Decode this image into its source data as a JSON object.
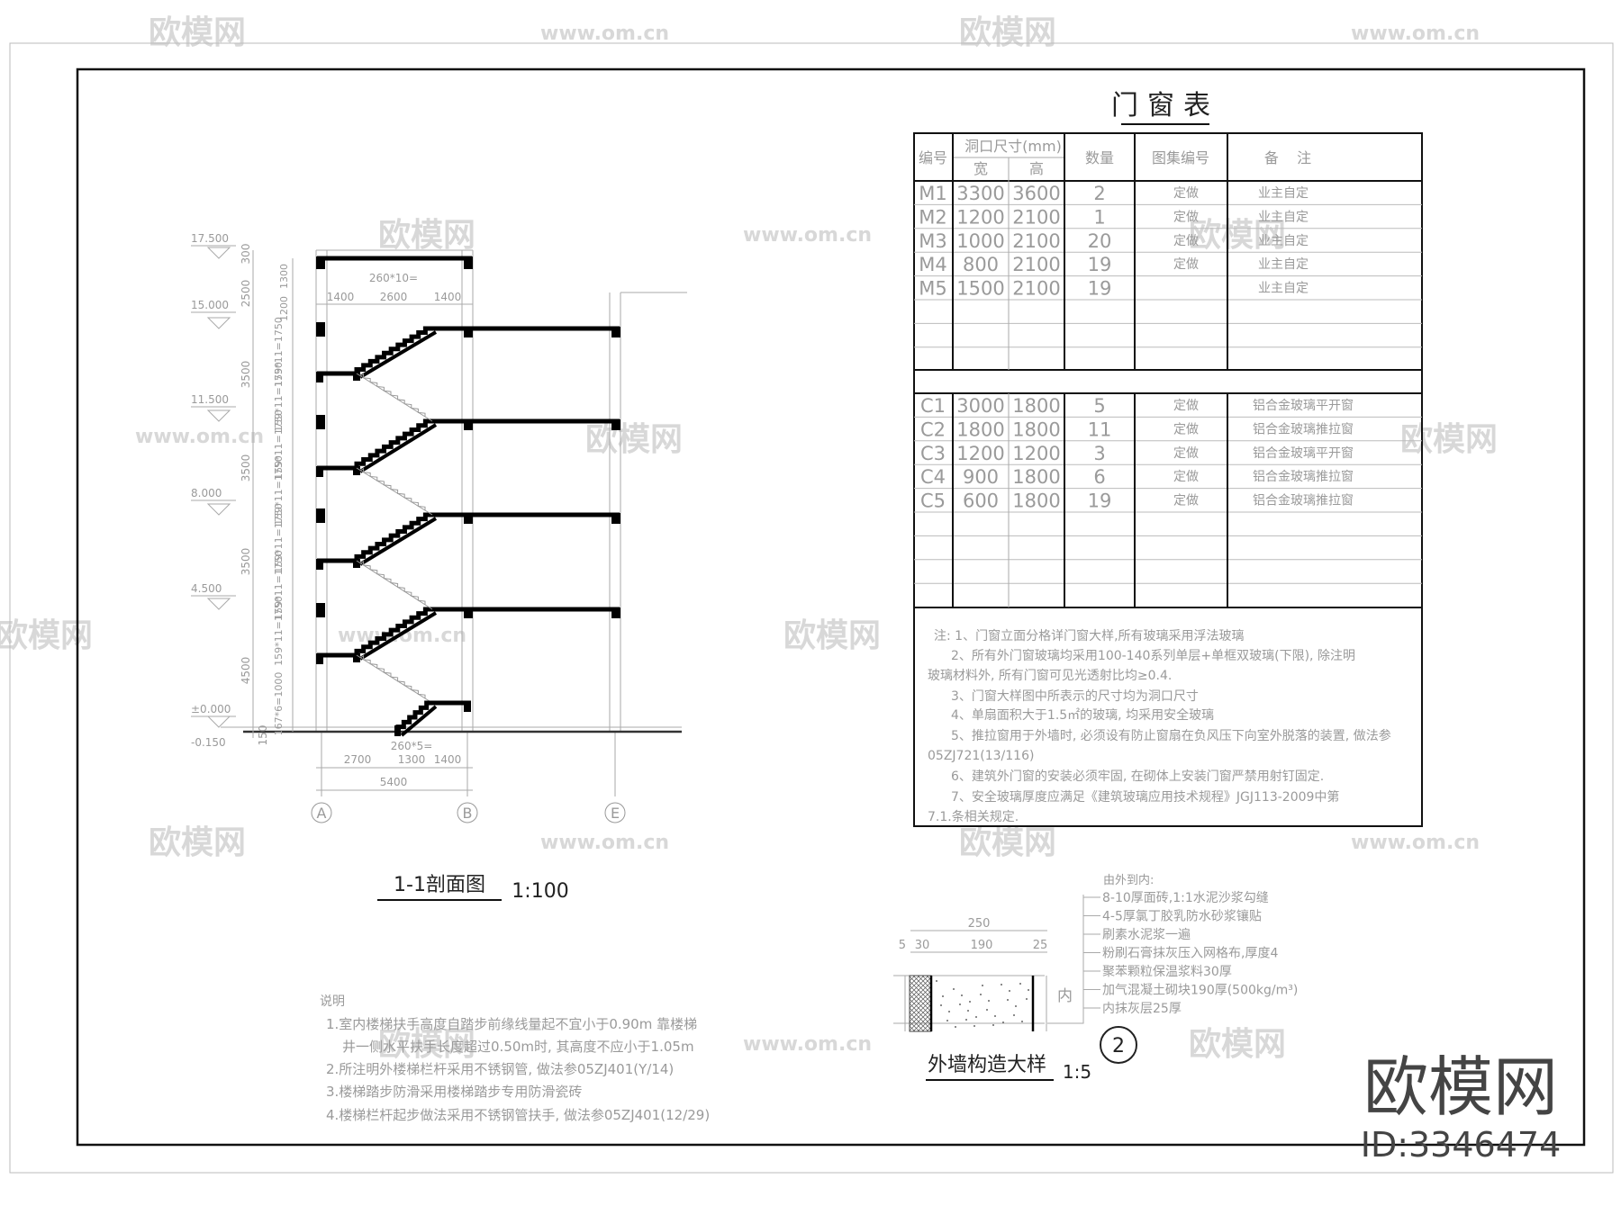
{
  "watermarks": {
    "logo_text": "欧模网",
    "url_text": "www.om.cn",
    "big_logo": "欧模网",
    "id_text": "ID:3346474"
  },
  "door_window_table": {
    "title": "门窗表",
    "headers": {
      "code": "编号",
      "opening_size": "洞口尺寸(mm)",
      "width": "宽",
      "height": "高",
      "quantity": "数量",
      "atlas_no": "图集编号",
      "remarks": "备    注"
    },
    "doors": [
      {
        "code": "M1",
        "width": "3300",
        "height": "3600",
        "qty": "2",
        "atlas": "定做",
        "remark": "业主自定"
      },
      {
        "code": "M2",
        "width": "1200",
        "height": "2100",
        "qty": "1",
        "atlas": "定做",
        "remark": "业主自定"
      },
      {
        "code": "M3",
        "width": "1000",
        "height": "2100",
        "qty": "20",
        "atlas": "定做",
        "remark": "业主自定"
      },
      {
        "code": "M4",
        "width": "800",
        "height": "2100",
        "qty": "19",
        "atlas": "定做",
        "remark": "业主自定"
      },
      {
        "code": "M5",
        "width": "1500",
        "height": "2100",
        "qty": "19",
        "atlas": "",
        "remark": "业主自定"
      }
    ],
    "windows": [
      {
        "code": "C1",
        "width": "3000",
        "height": "1800",
        "qty": "5",
        "atlas": "定做",
        "remark": "铝合金玻璃平开窗"
      },
      {
        "code": "C2",
        "width": "1800",
        "height": "1800",
        "qty": "11",
        "atlas": "定做",
        "remark": "铝合金玻璃推拉窗"
      },
      {
        "code": "C3",
        "width": "1200",
        "height": "1200",
        "qty": "3",
        "atlas": "定做",
        "remark": "铝合金玻璃平开窗"
      },
      {
        "code": "C4",
        "width": "900",
        "height": "1800",
        "qty": "6",
        "atlas": "定做",
        "remark": "铝合金玻璃推拉窗"
      },
      {
        "code": "C5",
        "width": "600",
        "height": "1800",
        "qty": "19",
        "atlas": "定做",
        "remark": "铝合金玻璃推拉窗"
      }
    ],
    "notes": [
      "注: 1、门窗立面分格详门窗大样,所有玻璃采用浮法玻璃",
      "2、所有外门窗玻璃均采用100-140系列单层+单框双玻璃(下限), 除注明",
      "玻璃材料外, 所有门窗可见光透射比均≥0.4.",
      "3、门窗大样图中所表示的尺寸均为洞口尺寸",
      "4、单扇面积大于1.5㎡的玻璃, 均采用安全玻璃",
      "5、推拉窗用于外墙时, 必须设有防止窗扇在负风压下向室外脱落的装置, 做法参",
      "05ZJ721(13/116)",
      "6、建筑外门窗的安装必须牢固, 在砌体上安装门窗严禁用射钉固定.",
      "7、安全玻璃厚度应满足《建筑玻璃应用技术规程》JGJ113-2009中第",
      "7.1.条相关规定."
    ]
  },
  "section": {
    "title": "1-1剖面图",
    "scale": "1:100",
    "elevations": [
      "17.500",
      "15.000",
      "11.500",
      "8.000",
      "4.500",
      "±0.000",
      "-0.150"
    ],
    "outer_dims": [
      "300",
      "2500",
      "3500",
      "3500",
      "3500",
      "4500",
      "150"
    ],
    "inner_dims": [
      "1300",
      "1200",
      "159*11=1750",
      "159*11=1750",
      "159*11=1750",
      "159*11=1750",
      "159*11=1750",
      "159*11=1750",
      "159*11=1750",
      "167*6=1000"
    ],
    "top_dims": {
      "label": "260*10=",
      "a": "1400",
      "b": "2600",
      "c": "1400"
    },
    "bottom_dims": {
      "label": "260*5=",
      "a": "2700",
      "b": "1300",
      "c": "1400",
      "total": "5400"
    },
    "axes": [
      "A",
      "B",
      "E"
    ]
  },
  "stair_notes": {
    "heading": "说明",
    "items": [
      "1.室内楼梯扶手高度自踏步前缘线量起不宜小于0.90m 靠楼梯",
      "井一侧水平扶手长度超过0.50m时, 其高度不应小于1.05m",
      "2.所注明外楼梯栏杆采用不锈钢管, 做法参05ZJ401(Y/14)",
      "3.楼梯踏步防滑采用楼梯踏步专用防滑瓷砖",
      "4.楼梯栏杆起步做法采用不锈钢管扶手, 做法参05ZJ401(12/29)"
    ]
  },
  "wall_detail": {
    "title": "外墙构造大样",
    "scale": "1:5",
    "dims": {
      "total": "250",
      "d1": "5",
      "d2": "30",
      "d3": "190",
      "d4": "25"
    },
    "inside_label": "内",
    "layers_heading": "由外到内:",
    "layers": [
      "8-10厚面砖,1:1水泥沙浆勾缝",
      "4-5厚氯丁胶乳防水砂浆镶贴",
      "刷素水泥浆一遍",
      "粉刷石膏抹灰压入网格布,厚度4",
      "聚苯颗粒保温浆料30厚",
      "加气混凝土砌块190厚(500kg/m³)",
      "内抹灰层25厚"
    ],
    "detail_no": "2"
  }
}
